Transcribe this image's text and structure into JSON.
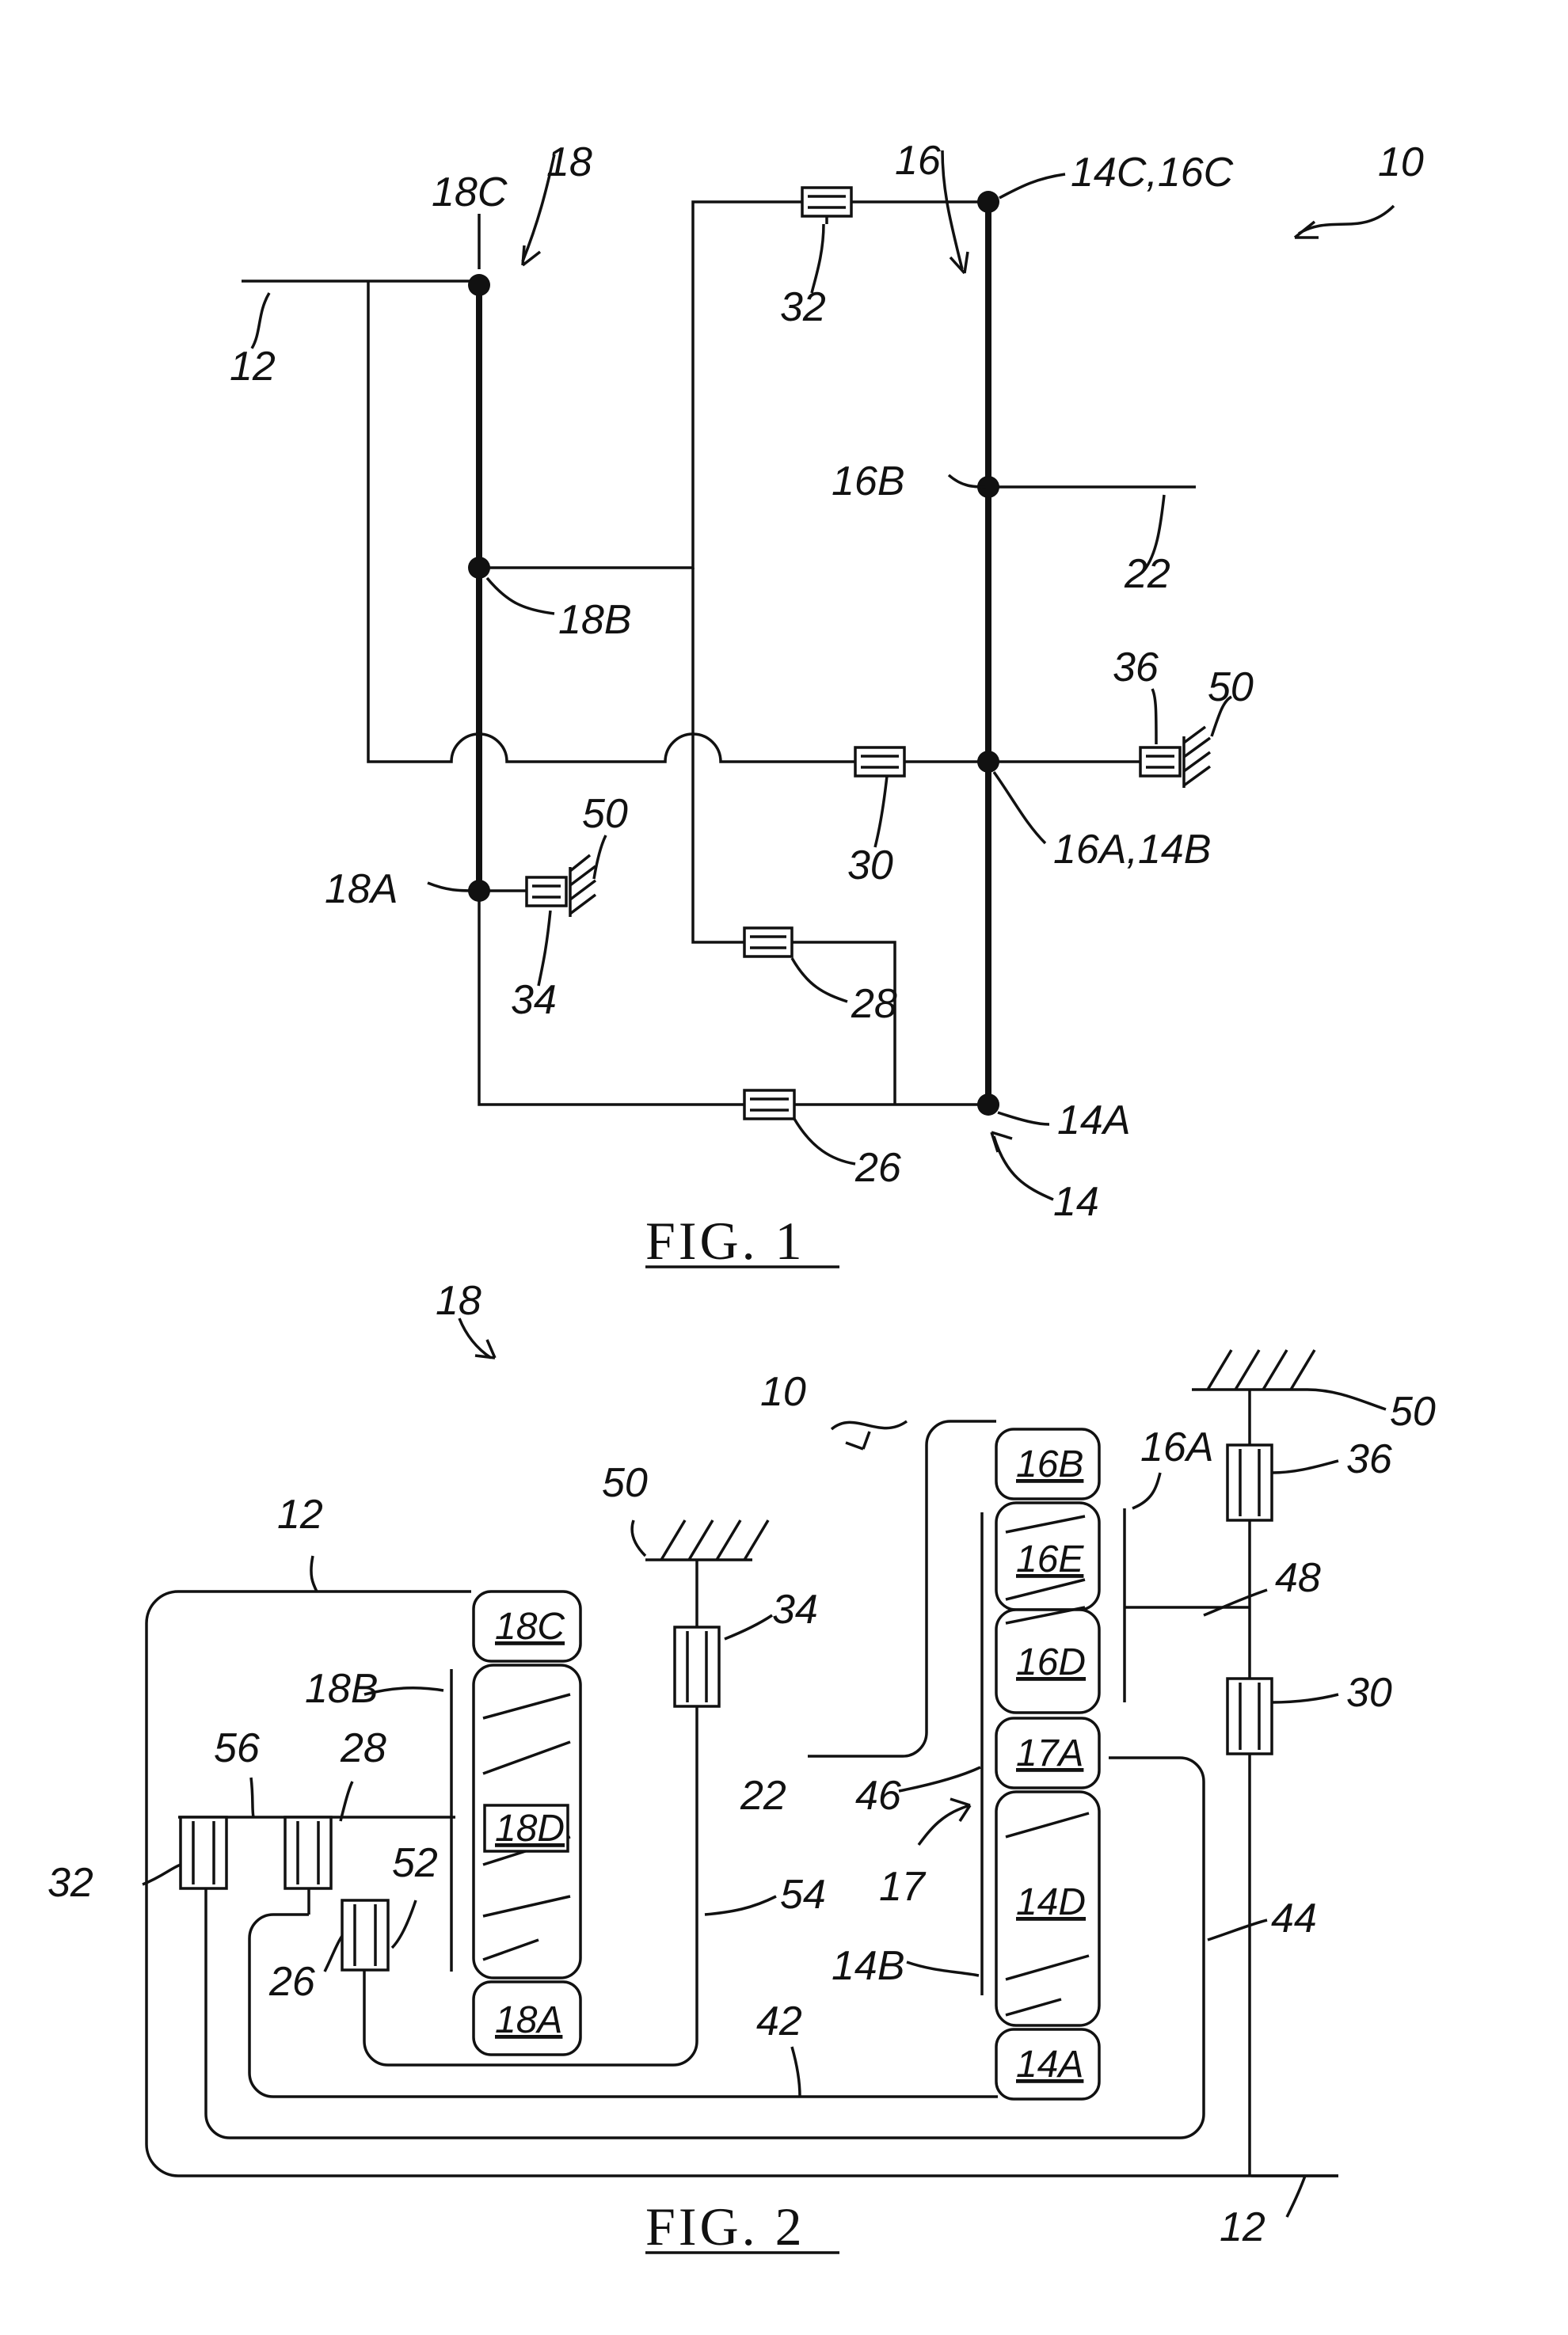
{
  "fig1": {
    "caption": "FIG.  1",
    "labels": {
      "n10": "10",
      "n12": "12",
      "n14": "14",
      "n14A": "14A",
      "n14C16C": "14C,16C",
      "n16": "16",
      "n16A14B": "16A,14B",
      "n16B": "16B",
      "n18": "18",
      "n18A": "18A",
      "n18B": "18B",
      "n18C": "18C",
      "n22": "22",
      "n26": "26",
      "n28": "28",
      "n30": "30",
      "n32": "32",
      "n34": "34",
      "n36": "36",
      "n50a": "50",
      "n50b": "50"
    }
  },
  "fig2": {
    "caption": "FIG.  2",
    "labels": {
      "n10": "10",
      "n12a": "12",
      "n12b": "12",
      "n14B": "14B",
      "n16A": "16A",
      "n17": "17",
      "n18": "18",
      "n18B": "18B",
      "n22": "22",
      "n26": "26",
      "n28": "28",
      "n30": "30",
      "n32": "32",
      "n34": "34",
      "n36": "36",
      "n42": "42",
      "n44": "44",
      "n46": "46",
      "n48": "48",
      "n50a": "50",
      "n50b": "50",
      "n52": "52",
      "n54": "54",
      "n56": "56"
    },
    "gears": {
      "g18C": "18C",
      "g18D": "18D",
      "g18A": "18A",
      "g16B": "16B",
      "g16E": "16E",
      "g16D": "16D",
      "g17A": "17A",
      "g14D": "14D",
      "g14A": "14A"
    }
  }
}
